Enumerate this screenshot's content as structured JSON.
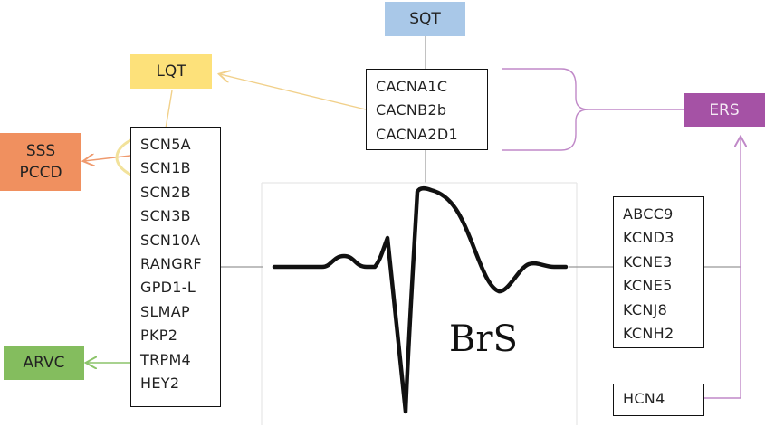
{
  "diagram": {
    "center_label": "BrS",
    "phenotypes": {
      "sqt": "SQT",
      "lqt": "LQT",
      "ers": "ERS",
      "arvc": "ARVC",
      "sss_pccd": [
        "SSS",
        "PCCD"
      ]
    },
    "gene_groups": {
      "calcium": [
        "CACNA1C",
        "CACNB2b",
        "CACNA2D1"
      ],
      "sodium": [
        "SCN5A",
        "SCN1B",
        "SCN2B",
        "SCN3B",
        "SCN10A",
        "RANGRF",
        "GPD1-L",
        "SLMAP",
        "PKP2",
        "TRPM4",
        "HEY2"
      ],
      "potassium": [
        "ABCC9",
        "KCND3",
        "KCNE3",
        "KCNE5",
        "KCNJ8",
        "KCNH2"
      ],
      "hcn": [
        "HCN4"
      ]
    },
    "colors": {
      "sqt": "#a9c8e8",
      "lqt": "#fde17a",
      "ers": "#a552a5",
      "arvc": "#84bd5e",
      "sss_pccd": "#f0905f",
      "highlight_ellipse": "#f2e29b"
    }
  }
}
